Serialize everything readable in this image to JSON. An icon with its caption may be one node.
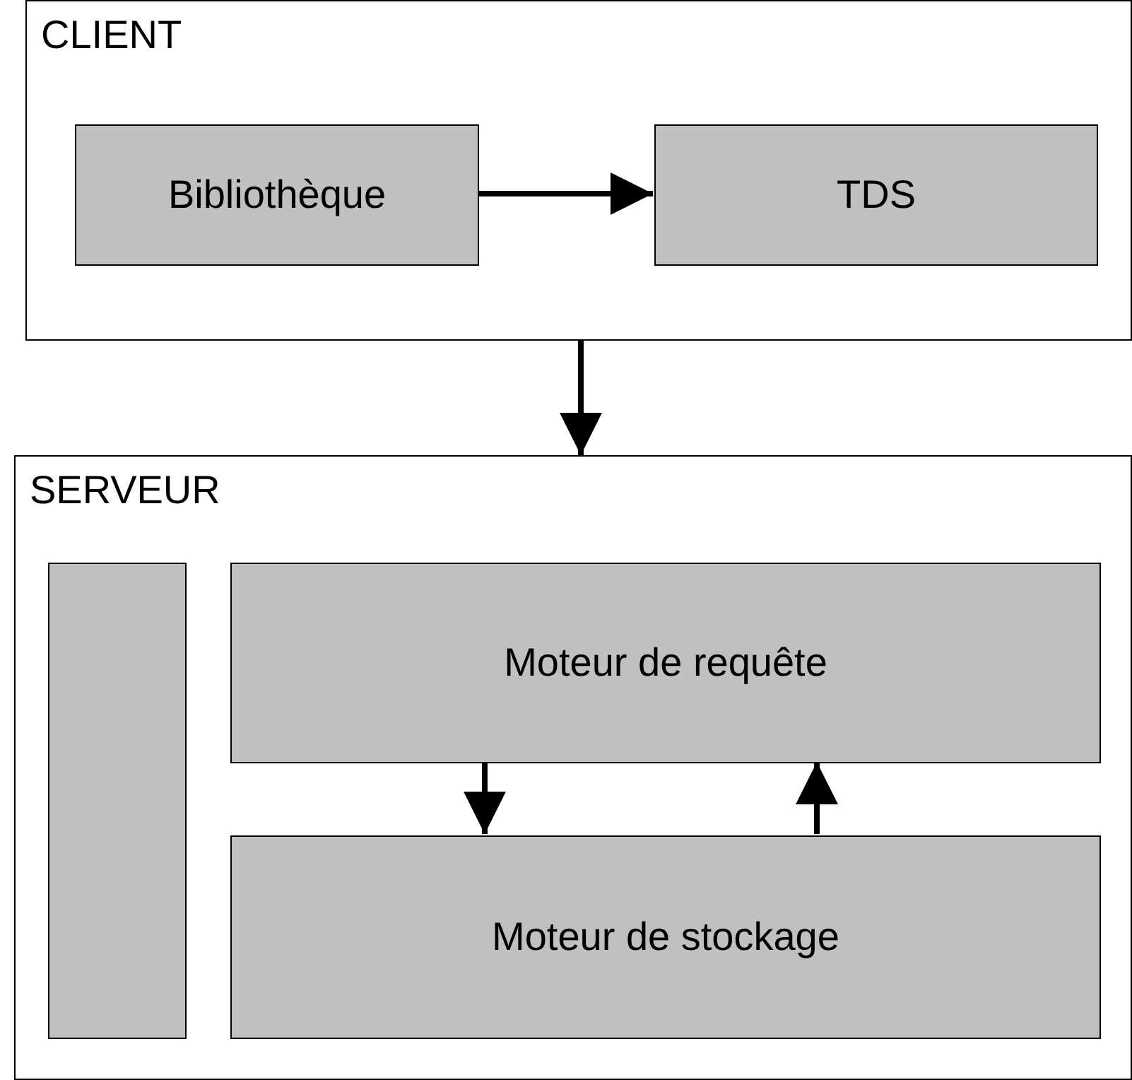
{
  "diagram": {
    "nodes": [
      {
        "text": [
          "CLIENT"
        ]
      },
      {
        "text": [
          "Bibliothèque"
        ],
        "in": 0
      },
      {
        "text": [
          "TDS"
        ],
        "in": 0
      },
      {
        "text": [
          "SERVEUR"
        ]
      },
      {
        "text": [],
        "shape": "box",
        "in": 3
      },
      {
        "text": [
          "Moteur de requête"
        ],
        "in": 3
      },
      {
        "text": [
          "Moteur de stockage"
        ],
        "in": 3
      }
    ],
    "edges": [
      {
        "from": 1,
        "to": 2,
        "arrow": "to"
      },
      {
        "from": 0,
        "to": 3,
        "arrow": "to"
      },
      {
        "from": 5,
        "to": 6,
        "arrow": "to"
      },
      {
        "from": 6,
        "to": 5,
        "arrow": "to"
      }
    ]
  }
}
